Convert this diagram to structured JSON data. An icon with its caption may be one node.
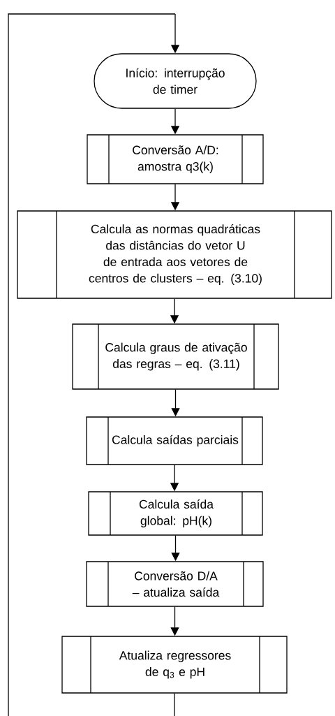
{
  "diagram": {
    "nodes": [
      {
        "text": [
          "Início: interrupção de timer"
        ]
      },
      {
        "text": [
          "Conversão A/D: amostra q3(k)"
        ]
      },
      {
        "text": [
          "Calcula as normas quadráticas das distâncias  do vetor U de entrada aos vetores de centros de clusters – eq. (3.10)"
        ]
      },
      {
        "text": [
          "Calcula graus de ativação das regras – eq. (3.11)"
        ]
      },
      {
        "text": [
          "Calcula saídas parciais"
        ]
      },
      {
        "text": [
          "Calcula saída global: pH(k)"
        ]
      },
      {
        "text": [
          "Conversão D/A – atualiza saída"
        ]
      },
      {
        "text": [
          "Atualiza regressores de q$_{3}$ e pH"
        ]
      }
    ],
    "edges": [
      {
        "from": 0,
        "to": 1,
        "arrow": "to"
      },
      {
        "from": 1,
        "to": 2,
        "arrow": "to"
      },
      {
        "from": 2,
        "to": 3,
        "arrow": "to"
      },
      {
        "from": 3,
        "to": 4,
        "arrow": "to"
      },
      {
        "from": 4,
        "to": 5,
        "arrow": "to"
      },
      {
        "from": 5,
        "to": 6,
        "arrow": "to"
      },
      {
        "from": 6,
        "to": 7,
        "arrow": "to"
      },
      {
        "from": 7,
        "to": null,
        "arrow": "none"
      },
      {
        "from": null,
        "to": 0,
        "arrow": "to"
      }
    ]
  }
}
